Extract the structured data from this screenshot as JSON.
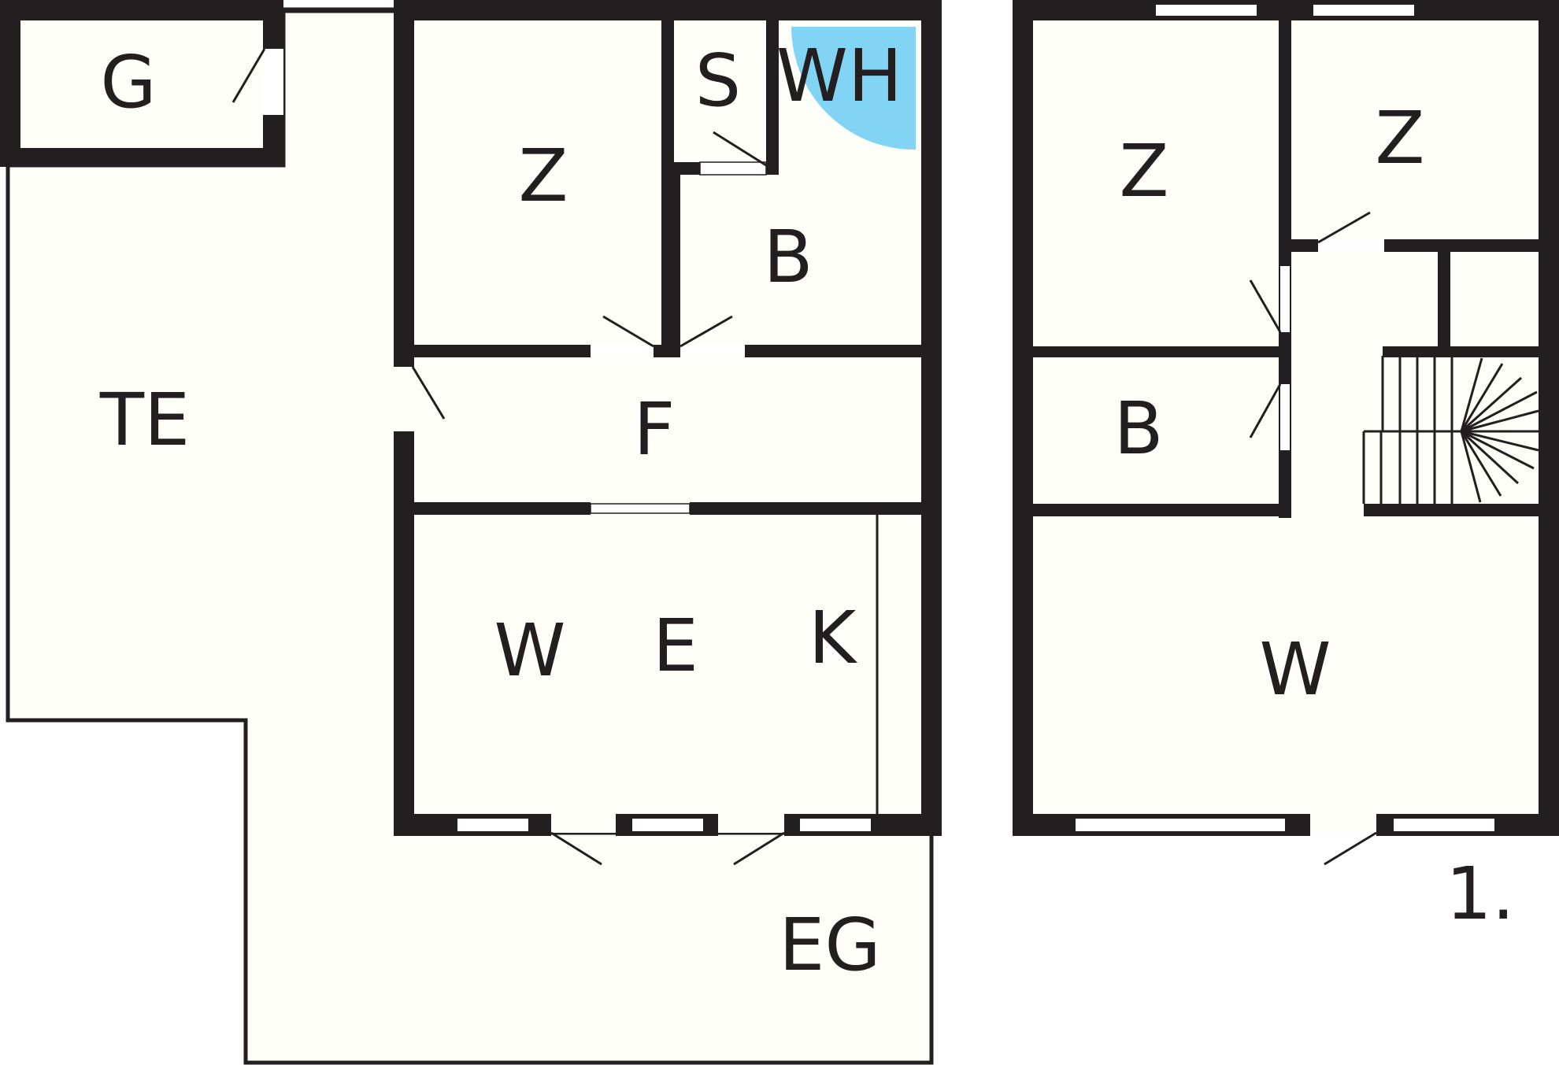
{
  "colors": {
    "wall": "#231f20",
    "floor": "#fffff9",
    "window_opening": "#ffffff",
    "wet_area": "#82d4f5"
  },
  "ground_floor": {
    "rooms": {
      "garage": "G",
      "terrace": "TE",
      "room": "Z",
      "storage": "S",
      "wet_area": "WH",
      "bath": "B",
      "hallway": "F",
      "living": "W",
      "dining": "E",
      "kitchen": "K",
      "entrance": "EG"
    }
  },
  "upper_floor": {
    "rooms": {
      "room_left": "Z",
      "room_right": "Z",
      "bath": "B",
      "living": "W"
    },
    "floor_marker": "1."
  }
}
